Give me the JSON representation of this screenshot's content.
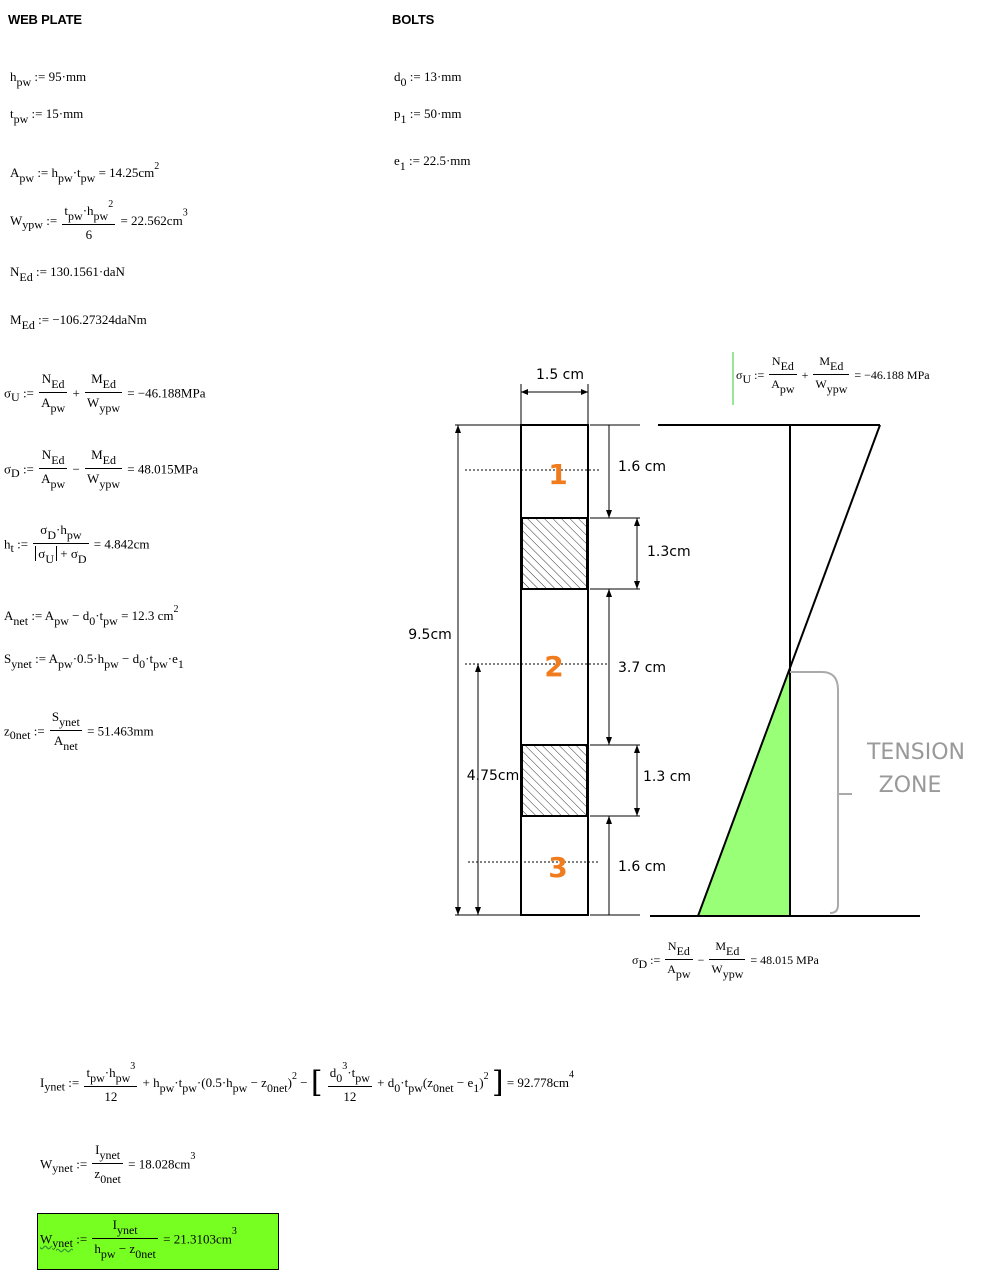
{
  "headings": {
    "web_plate": "WEB PLATE",
    "bolts": "BOLTS"
  },
  "web": {
    "hpw": {
      "lhs": "h",
      "sub": "pw",
      "rhs": ":= 95·mm"
    },
    "tpw": {
      "lhs": "t",
      "sub": "pw",
      "rhs": ":= 15·mm"
    },
    "apw": {
      "lhs": "A",
      "sub": "pw",
      "def": ":= h",
      "d1": "pw",
      "dot": "·t",
      "d2": "pw",
      "result": "= 14.25cm",
      "exp": "2"
    },
    "wypw": {
      "lhs": "W",
      "sub": "ypw",
      "assign": ":=",
      "num": "t",
      "num_sub1": "pw",
      "num_dot": "·h",
      "num_sub2": "pw",
      "num_exp": "2",
      "den": "6",
      "result": "= 22.562cm",
      "exp": "3"
    },
    "ned": {
      "lhs": "N",
      "sub": "Ed",
      "rhs": ":= 130.1561·daN"
    },
    "med": {
      "lhs": "M",
      "sub": "Ed",
      "rhs": ":= −106.27324daNm"
    },
    "sigU": {
      "lhs": "σ",
      "sub": "U",
      "assign": ":=",
      "op": "+",
      "result": "= −46.188MPa"
    },
    "sigD": {
      "lhs": "σ",
      "sub": "D",
      "assign": ":=",
      "op": "−",
      "result": "= 48.015MPa"
    },
    "ht": {
      "lhs": "h",
      "sub": "t",
      "assign": ":=",
      "num": "σ",
      "num_sub1": "D",
      "num_dot": "·h",
      "num_sub2": "pw",
      "den_a": "σ",
      "den_a_sub": "U",
      "den_plus": "+ σ",
      "den_b_sub": "D",
      "result": "= 4.842cm"
    },
    "anet": {
      "lhs": "A",
      "sub": "net",
      "def": ":= A",
      "d1": "pw",
      "minus": " − d",
      "d2": "0",
      "dot": "·t",
      "d3": "pw",
      "result": "= 12.3 cm",
      "exp": "2"
    },
    "synet": {
      "lhs": "S",
      "sub": "ynet",
      "def": ":= A",
      "d1": "pw",
      "half": "·0.5·h",
      "d2": "pw",
      "minus": " − d",
      "d3": "0",
      "dot": "·t",
      "d4": "pw",
      "dot2": "·e",
      "d5": "1"
    },
    "z0net": {
      "lhs": "z",
      "sub": "0net",
      "assign": ":=",
      "num": "S",
      "num_sub": "ynet",
      "den": "A",
      "den_sub": "net",
      "result": "= 51.463mm"
    }
  },
  "bolts": {
    "d0": {
      "lhs": "d",
      "sub": "0",
      "rhs": ":= 13·mm"
    },
    "p1": {
      "lhs": "p",
      "sub": "1",
      "rhs": ":= 50·mm"
    },
    "e1": {
      "lhs": "e",
      "sub": "1",
      "rhs": ":= 22.5·mm"
    }
  },
  "frac_terms": {
    "N": "N",
    "N_sub": "Ed",
    "A": "A",
    "A_sub": "pw",
    "M": "M",
    "M_sub": "Ed",
    "W": "W",
    "W_sub": "ypw"
  },
  "diagram": {
    "width_label": "1.5 cm",
    "height_label": "9.5cm",
    "half_label": "4.75cm",
    "seg_labels": [
      "1.6 cm",
      "1.3cm",
      "3.7 cm",
      "1.3 cm",
      "1.6 cm"
    ],
    "zones": [
      "1",
      "2",
      "3"
    ],
    "tension_label_1": "TENSION",
    "tension_label_2": "ZONE",
    "colors": {
      "zone_number": "#f07c1e",
      "tension_fill": "#99ff77",
      "tension_text": "#999999",
      "brace": "#aaaaaa"
    },
    "top_eq_result": "= −46.188 MPa",
    "bottom_eq_result": "= 48.015 MPa"
  },
  "lower": {
    "iynet": {
      "lhs": "I",
      "sub": "ynet",
      "assign": ":=",
      "t1_num": "t",
      "t1_sub1": "pw",
      "t1_dot": "·h",
      "t1_sub2": "pw",
      "t1_exp": "3",
      "t1_den": "12",
      "t2": "+ h",
      "t2_sub1": "pw",
      "t2_dot": "·t",
      "t2_sub2": "pw",
      "t2_open": "·(0.5·h",
      "t2_sub3": "pw",
      "t2_minus": " − z",
      "t2_sub4": "0net",
      "t2_close": ")",
      "t2_exp": "2",
      "minus": "−",
      "b_num": "d",
      "b_sub1": "0",
      "b_exp": "3",
      "b_dot": "·t",
      "b_sub2": "pw",
      "b_den": "12",
      "b_plus": "+ d",
      "b_sub3": "0",
      "b_dot2": "·t",
      "b_sub4": "pw",
      "b_open": "(z",
      "b_sub5": "0net",
      "b_minus": " − e",
      "b_sub6": "1",
      "b_close": ")",
      "b_exp2": "2",
      "result": "= 92.778cm",
      "exp": "4"
    },
    "wynet": {
      "lhs": "W",
      "sub": "ynet",
      "assign": ":=",
      "num": "I",
      "num_sub": "ynet",
      "den": "z",
      "den_sub": "0net",
      "result": "= 18.028cm",
      "exp": "3"
    },
    "wynet2": {
      "lhs": "W",
      "sub": "ynet",
      "assign": ":=",
      "num": "I",
      "num_sub": "ynet",
      "den": "h",
      "den_sub": "pw",
      "den_minus": " − z",
      "den_sub2": "0net",
      "result": "= 21.3103cm",
      "exp": "3"
    }
  }
}
